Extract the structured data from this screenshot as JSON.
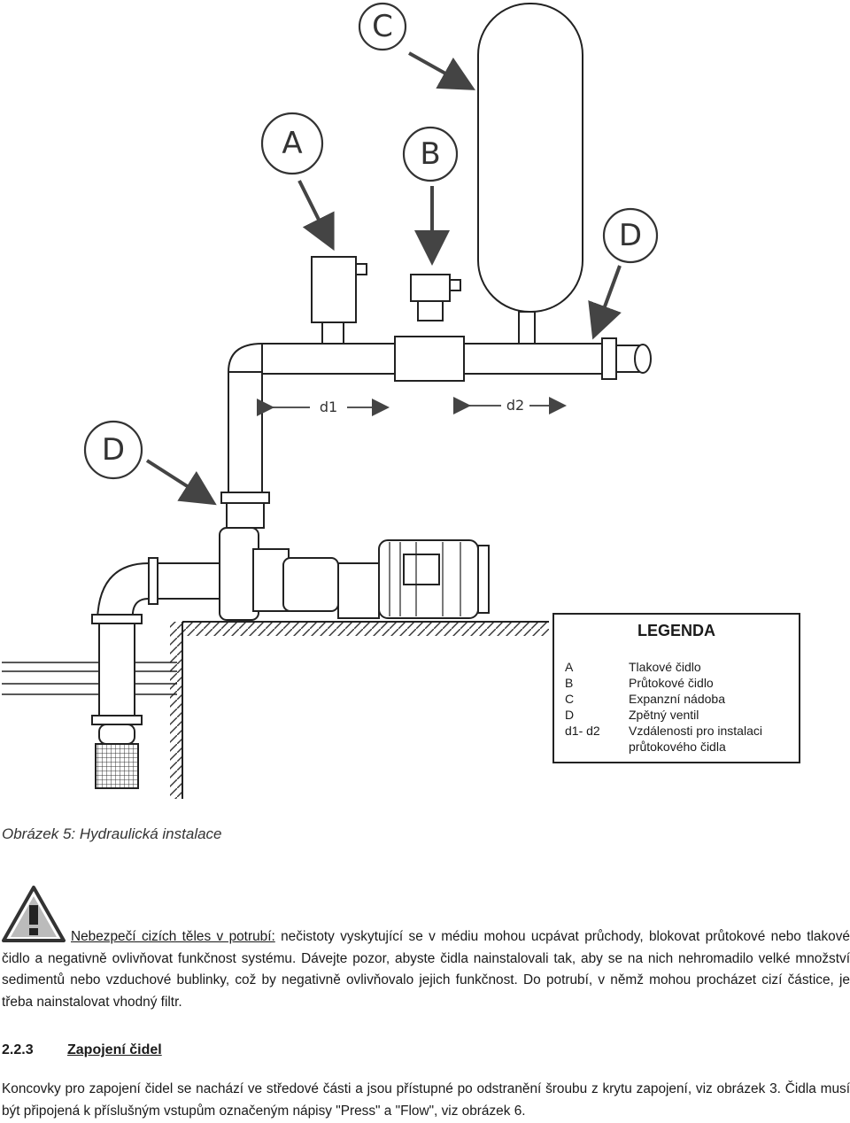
{
  "diagram": {
    "callouts": [
      "A",
      "B",
      "C",
      "D",
      "D"
    ],
    "distance_labels": {
      "d1": "d1",
      "d2": "d2"
    }
  },
  "legend": {
    "title": "LEGENDA",
    "rows": [
      {
        "key": "A",
        "value": "Tlakové čidlo"
      },
      {
        "key": "B",
        "value": "Průtokové čidlo"
      },
      {
        "key": "C",
        "value": "Expanzní nádoba"
      },
      {
        "key": "D",
        "value": "Zpětný ventil"
      },
      {
        "key": "d1- d2",
        "value": "Vzdálenosti pro instalaci průtokového čidla"
      }
    ]
  },
  "caption": "Obrázek 5: Hydraulická instalace",
  "warning": {
    "title": "Nebezpečí cizích těles v potrubí:",
    "text": " nečistoty vyskytující se v médiu mohou ucpávat průchody, blokovat průtokové nebo tlakové čidlo a negativně ovlivňovat funkčnost systému. Dávejte pozor, abyste čidla nainstalovali tak, aby se na nich nehromadilo velké množství sedimentů nebo vzduchové bublinky, což by negativně ovlivňovalo jejich funkčnost. Do potrubí, v němž mohou procházet cizí částice, je třeba nainstalovat vhodný filtr."
  },
  "section": {
    "number": "2.2.3",
    "title": "Zapojení čidel",
    "text": "Koncovky pro zapojení čidel se nachází ve středové části a jsou přístupné po odstranění šroubu z krytu zapojení, viz obrázek 3. Čidla musí být připojená k příslušným vstupům označeným nápisy \"Press\" a \"Flow\", viz obrázek 6."
  }
}
